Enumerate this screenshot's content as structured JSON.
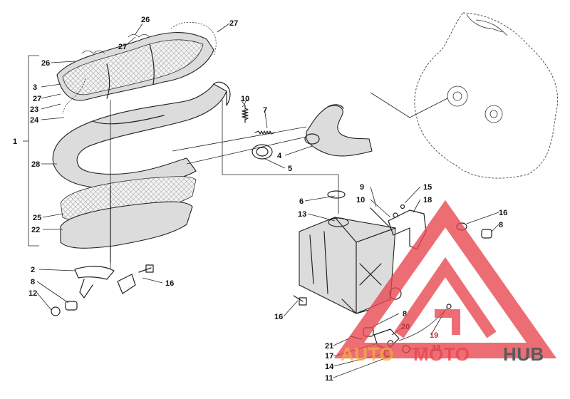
{
  "callouts": [
    {
      "id": "c1",
      "text": "1"
    },
    {
      "id": "c2",
      "text": "2"
    },
    {
      "id": "c3",
      "text": "3"
    },
    {
      "id": "c4",
      "text": "4"
    },
    {
      "id": "c5",
      "text": "5"
    },
    {
      "id": "c6",
      "text": "6"
    },
    {
      "id": "c7",
      "text": "7"
    },
    {
      "id": "c8a",
      "text": "8"
    },
    {
      "id": "c8b",
      "text": "8"
    },
    {
      "id": "c8c",
      "text": "8"
    },
    {
      "id": "c9",
      "text": "9"
    },
    {
      "id": "c10a",
      "text": "10"
    },
    {
      "id": "c10b",
      "text": "10"
    },
    {
      "id": "c11",
      "text": "11"
    },
    {
      "id": "c12a",
      "text": "12"
    },
    {
      "id": "c12b",
      "text": "12"
    },
    {
      "id": "c13",
      "text": "13"
    },
    {
      "id": "c14",
      "text": "14"
    },
    {
      "id": "c15",
      "text": "15"
    },
    {
      "id": "c16a",
      "text": "16"
    },
    {
      "id": "c16b",
      "text": "16"
    },
    {
      "id": "c16c",
      "text": "16"
    },
    {
      "id": "c17",
      "text": "17"
    },
    {
      "id": "c18",
      "text": "18"
    },
    {
      "id": "c19",
      "text": "19"
    },
    {
      "id": "c20",
      "text": "20"
    },
    {
      "id": "c21",
      "text": "21"
    },
    {
      "id": "c22",
      "text": "22"
    },
    {
      "id": "c23",
      "text": "23"
    },
    {
      "id": "c24",
      "text": "24"
    },
    {
      "id": "c25",
      "text": "25"
    },
    {
      "id": "c26a",
      "text": "26"
    },
    {
      "id": "c26b",
      "text": "26"
    },
    {
      "id": "c27a",
      "text": "27"
    },
    {
      "id": "c27b",
      "text": "27"
    },
    {
      "id": "c27c",
      "text": "27"
    },
    {
      "id": "c28",
      "text": "28"
    }
  ],
  "watermark": {
    "part1": "AUTO",
    "part2": "MOTO",
    "part3": "HUB",
    "color_orange": "#f2b23c",
    "color_red": "#e8454e",
    "color_gray": "#5a5a5a"
  }
}
